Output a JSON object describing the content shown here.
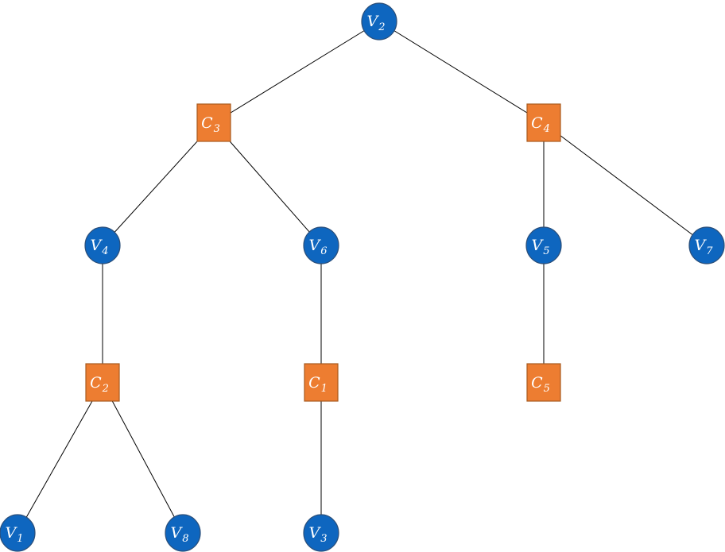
{
  "colors": {
    "variable_fill": "#0E66BF",
    "variable_stroke": "#2B4F7A",
    "clause_fill": "#ED7D31",
    "clause_stroke": "#A85A1E",
    "edge": "#000000",
    "label": "#FFFFFF"
  },
  "nodes": [
    {
      "id": "V2",
      "kind": "variable",
      "base": "V",
      "sub": "2"
    },
    {
      "id": "C3",
      "kind": "clause",
      "base": "C",
      "sub": "3"
    },
    {
      "id": "C4",
      "kind": "clause",
      "base": "C",
      "sub": "4"
    },
    {
      "id": "V4",
      "kind": "variable",
      "base": "V",
      "sub": "4"
    },
    {
      "id": "V6",
      "kind": "variable",
      "base": "V",
      "sub": "6"
    },
    {
      "id": "V5",
      "kind": "variable",
      "base": "V",
      "sub": "5"
    },
    {
      "id": "V7",
      "kind": "variable",
      "base": "V",
      "sub": "7"
    },
    {
      "id": "C2",
      "kind": "clause",
      "base": "C",
      "sub": "2"
    },
    {
      "id": "C1",
      "kind": "clause",
      "base": "C",
      "sub": "1"
    },
    {
      "id": "C5",
      "kind": "clause",
      "base": "C",
      "sub": "5"
    },
    {
      "id": "V1",
      "kind": "variable",
      "base": "V",
      "sub": "1"
    },
    {
      "id": "V8",
      "kind": "variable",
      "base": "V",
      "sub": "8"
    },
    {
      "id": "V3",
      "kind": "variable",
      "base": "V",
      "sub": "3"
    }
  ],
  "edges": [
    {
      "from": "V2",
      "to": "C3"
    },
    {
      "from": "V2",
      "to": "C4"
    },
    {
      "from": "C3",
      "to": "V4"
    },
    {
      "from": "C3",
      "to": "V6"
    },
    {
      "from": "C4",
      "to": "V5"
    },
    {
      "from": "C4",
      "to": "V7"
    },
    {
      "from": "V4",
      "to": "C2"
    },
    {
      "from": "V6",
      "to": "C1"
    },
    {
      "from": "V5",
      "to": "C5"
    },
    {
      "from": "C2",
      "to": "V1"
    },
    {
      "from": "C2",
      "to": "V8"
    },
    {
      "from": "C1",
      "to": "V3"
    }
  ]
}
